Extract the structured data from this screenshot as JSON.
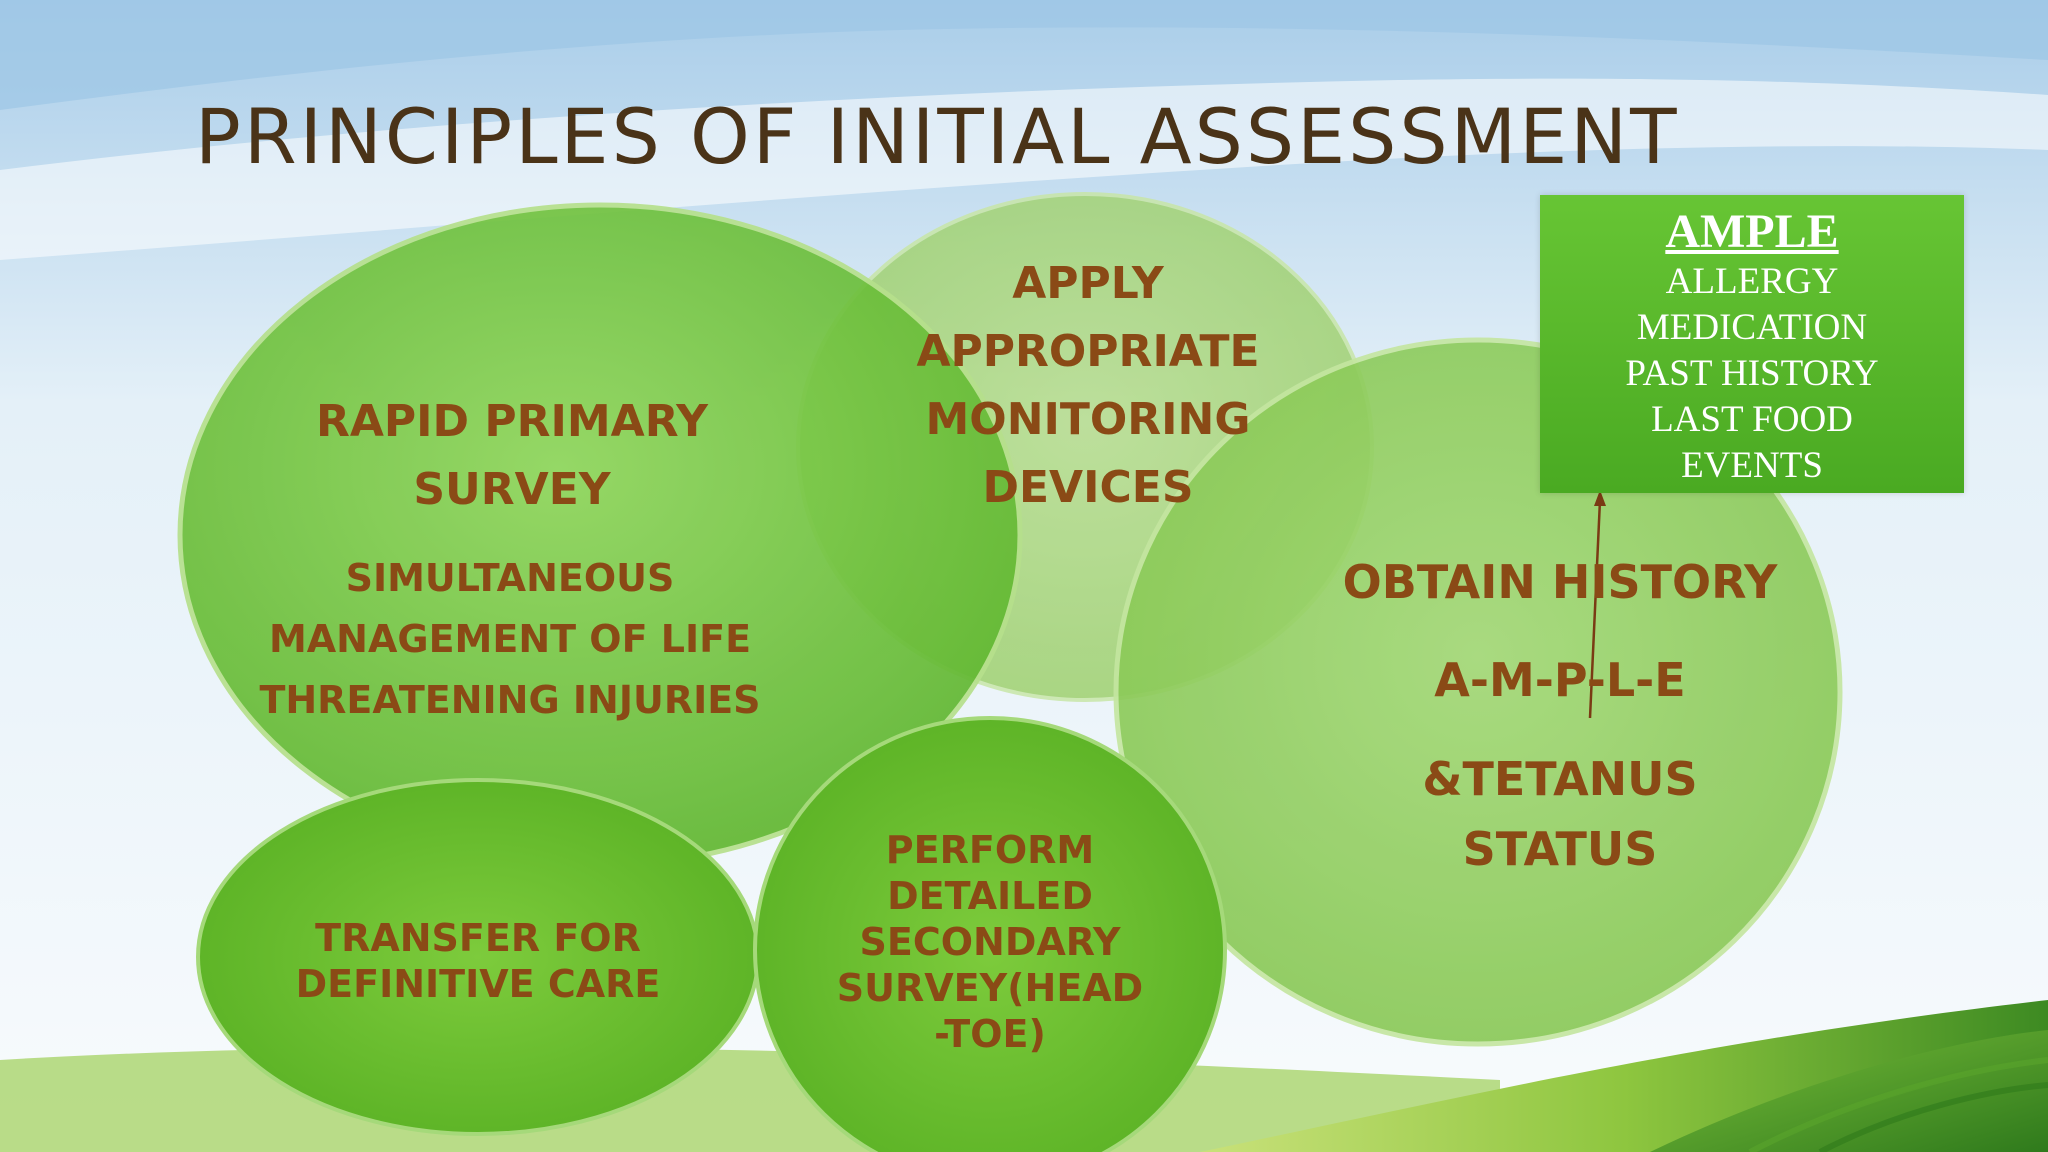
{
  "title": "PRINCIPLES OF INITIAL ASSESSMENT",
  "bubbles": {
    "primary": {
      "line1": "RAPID PRIMARY",
      "line2": "SURVEY",
      "sub1": "SIMULTANEOUS",
      "sub2": "MANAGEMENT OF LIFE",
      "sub3": "THREATENING INJURIES"
    },
    "monitoring": {
      "line1": "APPLY",
      "line2": "APPROPRIATE",
      "line3": "MONITORING",
      "line4": "DEVICES"
    },
    "history": {
      "line1": "OBTAIN HISTORY",
      "line2": "A-M-P-L-E",
      "line3": "&TETANUS",
      "line4": "STATUS"
    },
    "transfer": {
      "line1": "TRANSFER FOR",
      "line2": "DEFINITIVE CARE"
    },
    "secondary": {
      "line1": "PERFORM",
      "line2": "DETAILED",
      "line3": "SECONDARY",
      "line4": "SURVEY(HEAD",
      "line5": "-TOE)"
    }
  },
  "ample_box": {
    "heading": "AMPLE",
    "items": [
      "ALLERGY",
      "MEDICATION",
      "PAST HISTORY",
      "LAST FOOD",
      "EVENTS"
    ]
  },
  "colors": {
    "title": "#4a3318",
    "bubble_text": "#8a4a16",
    "bubble_green": "#6cc03a",
    "ample_box": "#5cb82c"
  }
}
